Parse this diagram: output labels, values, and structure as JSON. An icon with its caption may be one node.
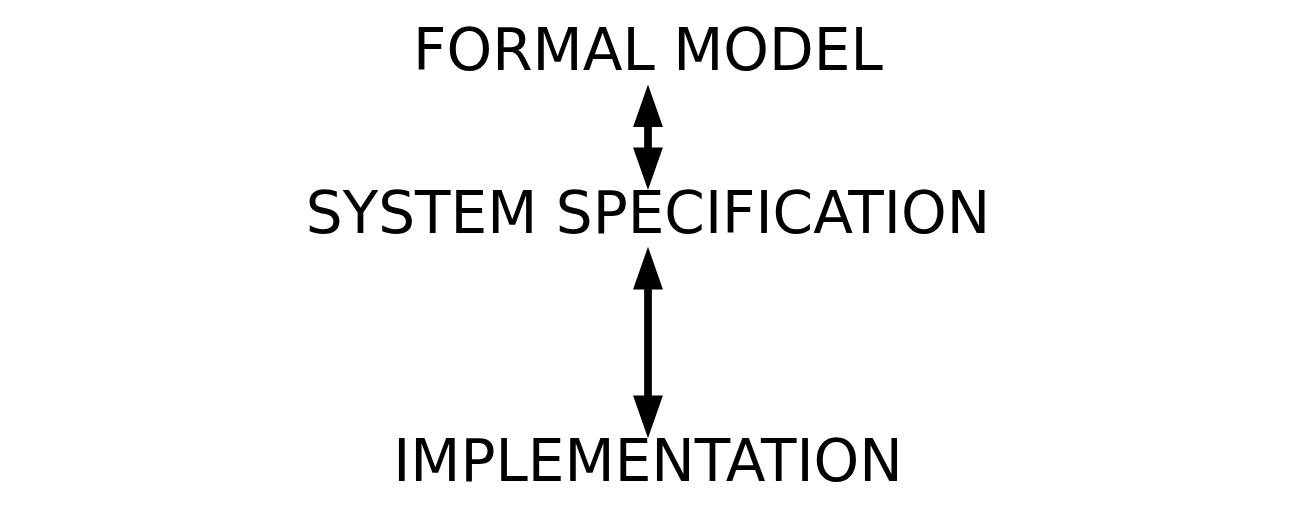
{
  "diagram": {
    "nodes": [
      {
        "text": [
          "SYSTEM SPECIFICATION"
        ]
      },
      {
        "text": [
          "FORMAL MODEL"
        ]
      },
      {
        "text": [
          "IMPLEMENTATION"
        ]
      }
    ],
    "edges": [
      {
        "from": 1,
        "to": 0,
        "arrow": "both"
      },
      {
        "from": 0,
        "to": 2,
        "arrow": "both"
      }
    ]
  }
}
